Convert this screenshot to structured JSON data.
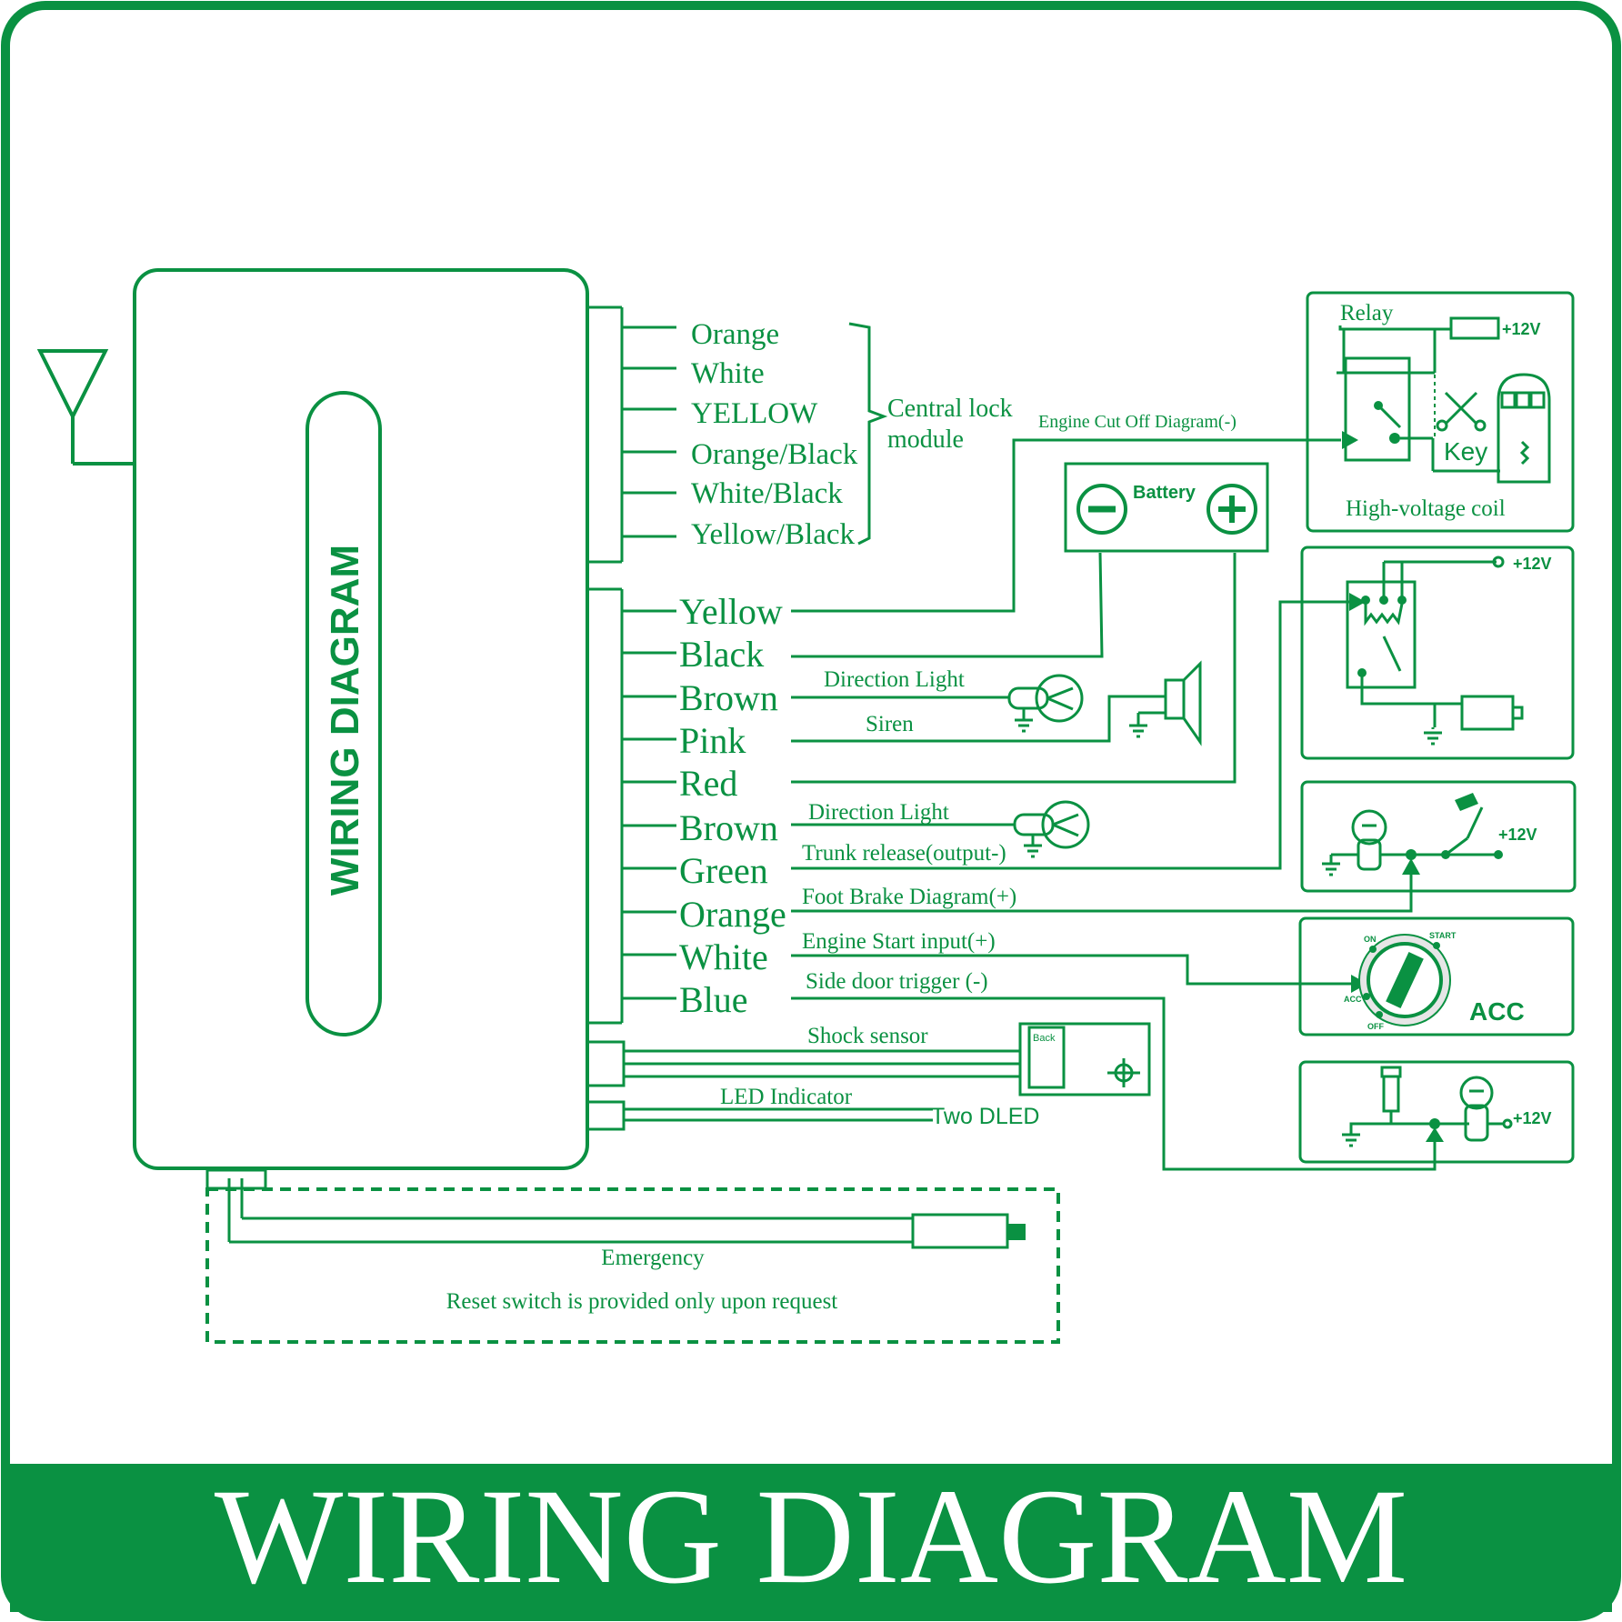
{
  "colors": {
    "primary": "#0a9142",
    "background": "#ffffff",
    "footer_text": "#ffffff"
  },
  "module": {
    "vertical_label": "WIRING DIAGRAM"
  },
  "lock_wires": [
    "Orange",
    "White",
    "YELLOW",
    "Orange/Black",
    "White/Black",
    "Yellow/Black"
  ],
  "central_lock_label": [
    "Central lock",
    "module"
  ],
  "main_wires": [
    "Yellow",
    "Black",
    "Brown",
    "Pink",
    "Red",
    "Brown",
    "Green",
    "Orange",
    "White",
    "Blue"
  ],
  "labels": {
    "engine_cut_off": "Engine Cut Off Diagram(-)",
    "battery": "Battery",
    "direction_light_1": "Direction Light",
    "siren": "Siren",
    "direction_light_2": "Direction Light",
    "trunk_release": "Trunk release(output-)",
    "foot_brake": "Foot Brake Diagram(+)",
    "engine_start": "Engine Start input(+)",
    "side_door": "Side door trigger (-)",
    "shock_sensor": "Shock sensor",
    "sensor_back": "Back",
    "led_indicator": "LED Indicator",
    "two_dled": "Two DLED",
    "emergency": "Emergency",
    "reset_note": "Reset switch is provided only upon request"
  },
  "relay_box": {
    "relay": "Relay",
    "plus12": "+12V",
    "key": "Key",
    "coil": "High-voltage coil"
  },
  "trunk_box": {
    "plus12": "+12V"
  },
  "brake_box": {
    "plus12": "+12V"
  },
  "ignition_box": {
    "on": "ON",
    "start": "START",
    "acc_small": "ACC",
    "off": "OFF",
    "acc": "ACC"
  },
  "door_box": {
    "plus12": "+12V"
  },
  "footer": {
    "title": "WIRING DIAGRAM"
  }
}
